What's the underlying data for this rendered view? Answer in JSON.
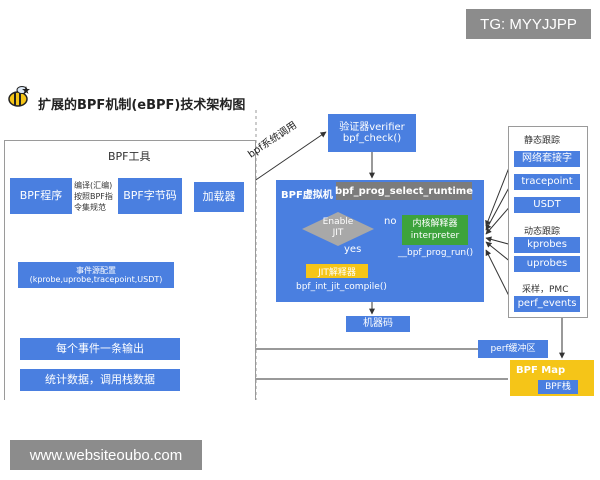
{
  "watermark_top": "TG: MYYJJPP",
  "watermark_bottom": "www.websiteoubo.com",
  "title": "扩展的BPF机制(eBPF)技术架构图",
  "bpf_tools": {
    "label": "BPF工具",
    "program": "BPF程序",
    "compile_note": [
      "编译(汇编)",
      "按照BPF指",
      "令集规范"
    ],
    "bytecode": "BPF字节码",
    "event_config_title": "事件源配置",
    "event_config_detail": "(kprobe,uprobe,tracepoint,USDT)",
    "per_event_output": "每个事件一条输出",
    "stats_output": "统计数据，调用栈数据"
  },
  "loader": "加载器",
  "syscall_label": "bpf系统调用",
  "verifier": {
    "line1": "验证器verifier",
    "line2": "bpf_check()"
  },
  "vm": {
    "label": "BPF虚拟机",
    "select_runtime": "bpf_prog_select_runtime",
    "decision": {
      "line1": "Enable",
      "line2": "JIT"
    },
    "no": "no",
    "yes": "yes",
    "interpreter": {
      "line1": "内核解释器",
      "line2": "interpreter"
    },
    "prog_run": "__bpf_prog_run()",
    "jit": "JIT解释器",
    "jit_compile": "bpf_int_jit_compile()"
  },
  "machine_code": "机器码",
  "event_sources": {
    "static_label": "静态跟踪",
    "socket": "网络套接字",
    "tracepoint": "tracepoint",
    "usdt": "USDT",
    "dynamic_label": "动态跟踪",
    "kprobes": "kprobes",
    "uprobes": "uprobes",
    "sampling_label": "采样，PMC",
    "perf_events": "perf_events"
  },
  "perf_buffer": "perf缓冲区",
  "bpf_map": {
    "label": "BPF Map",
    "stack": "BPF栈"
  },
  "colors": {
    "box_blue": "#4a7fe0",
    "jit_yellow": "#f5c518",
    "interp_green": "#3da33d",
    "decision_gray": "#a8a8a8",
    "map_yellow": "#f5c518"
  },
  "icons": {
    "logo": "bee-icon"
  }
}
